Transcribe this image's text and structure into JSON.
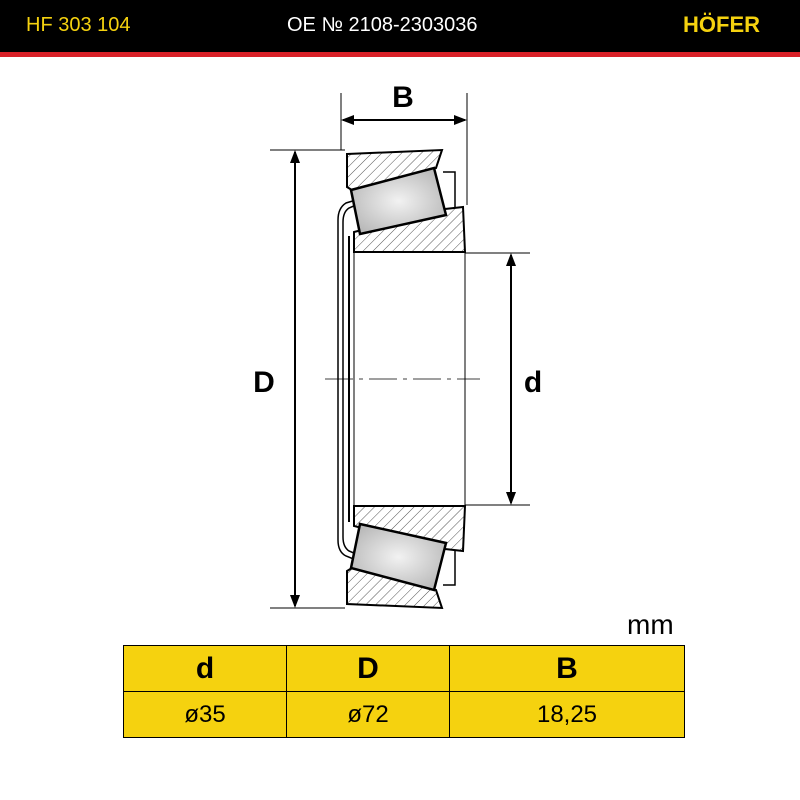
{
  "header": {
    "part_number": "HF 303 104",
    "oe_number": "OE № 2108-2303036",
    "brand": "HÖFER"
  },
  "drawing": {
    "label_B": "B",
    "label_D": "D",
    "label_d": "d"
  },
  "unit": "mm",
  "spec_table": {
    "headers": [
      "d",
      "D",
      "B"
    ],
    "values": [
      "ø35",
      "ø72",
      "18,25"
    ]
  },
  "colors": {
    "brand_yellow": "#f5d20f",
    "accent_red": "#d92027",
    "header_bg": "#000000"
  }
}
